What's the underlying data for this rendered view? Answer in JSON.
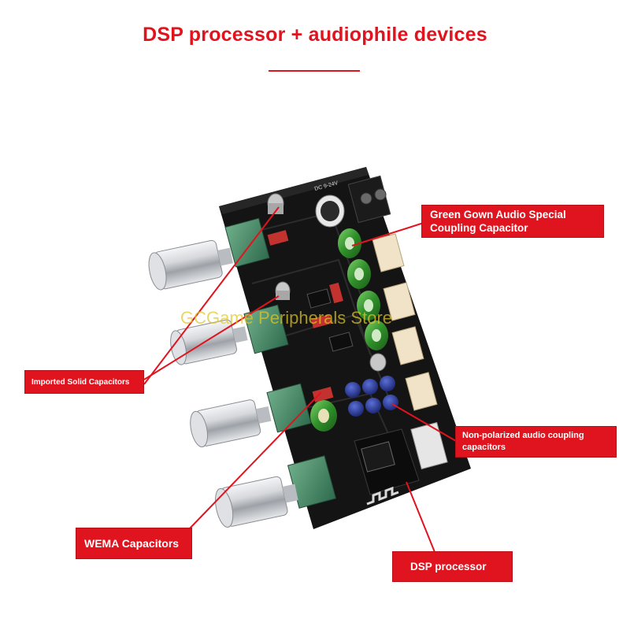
{
  "title": "DSP processor + audiophile devices",
  "watermark": "GCGame Peripherals Store",
  "callouts": {
    "green_gown_line1": "Green Gown Audio Special",
    "green_gown_line2": "Coupling Capacitor",
    "imported_solid": "Imported Solid Capacitors",
    "non_polarized_line1": "Non-polarized audio coupling",
    "non_polarized_line2": "capacitors",
    "wema": "WEMA Capacitors",
    "dsp": "DSP processor"
  },
  "board_silkscreen": "DC 9-24V",
  "colors": {
    "accent_red": "#e0141e",
    "board": "#141414",
    "green_cap": "#2f8f2a",
    "knob_metal": "#c9ccd1"
  }
}
